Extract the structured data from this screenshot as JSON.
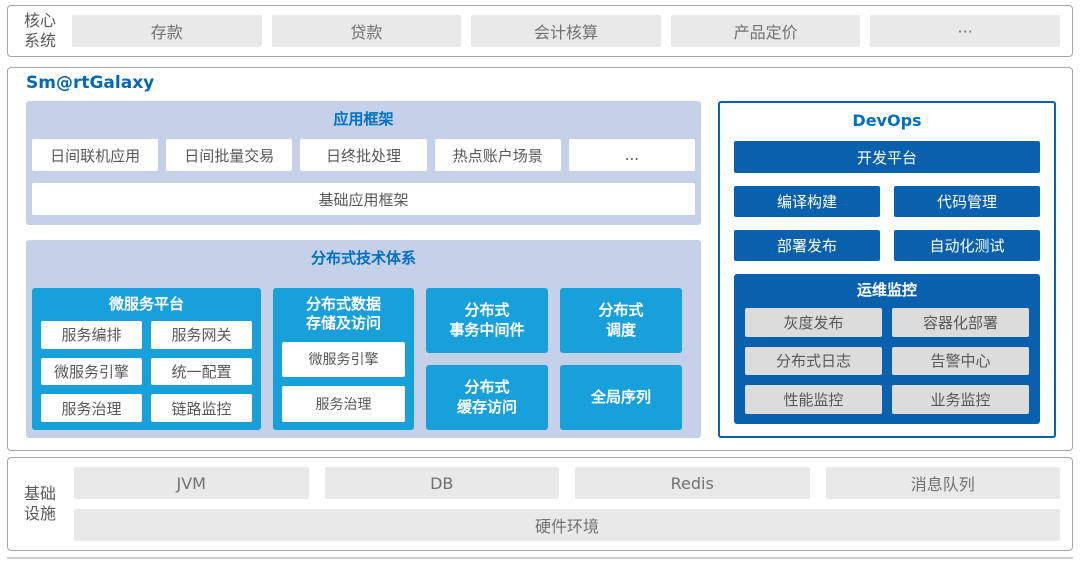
{
  "colors": {
    "accent_cyan": "#18a0db",
    "accent_dark_blue": "#0961ae",
    "panel_lavender": "#c5d0e9",
    "title_blue": "#0070c0",
    "brand_blue": "#0668b3",
    "chip_gray": "#e9e9e9",
    "text_gray": "#595757"
  },
  "core_systems": {
    "label": "核心\n系统",
    "items": [
      "存款",
      "贷款",
      "会计核算",
      "产品定价",
      "···"
    ]
  },
  "platform": {
    "brand": "Sm@rtGalaxy",
    "app_framework": {
      "title": "应用框架",
      "apps": [
        "日间联机应用",
        "日间批量交易",
        "日终批处理",
        "热点账户场景",
        "..."
      ],
      "base": "基础应用框架"
    },
    "distributed": {
      "title": "分布式技术体系",
      "microservice_platform": {
        "title": "微服务平台",
        "items": [
          "服务编排",
          "服务网关",
          "微服务引擎",
          "统一配置",
          "服务治理",
          "链路监控"
        ]
      },
      "data_storage": {
        "title": "分布式数据\n存储及访问",
        "items": [
          "微服务引擎",
          "服务治理"
        ]
      },
      "transaction_middleware": "分布式\n事务中间件",
      "scheduler": "分布式\n调度",
      "cache_access": "分布式\n缓存访问",
      "global_sequence": "全局序列"
    },
    "devops": {
      "title": "DevOps",
      "dev_platform": "开发平台",
      "tools": [
        "编译构建",
        "代码管理",
        "部署发布",
        "自动化测试"
      ],
      "ops_monitoring": {
        "title": "运维监控",
        "items": [
          "灰度发布",
          "容器化部署",
          "分布式日志",
          "告警中心",
          "性能监控",
          "业务监控"
        ]
      }
    }
  },
  "infrastructure": {
    "label": "基础\n设施",
    "items": [
      "JVM",
      "DB",
      "Redis",
      "消息队列"
    ],
    "base": "硬件环境"
  }
}
